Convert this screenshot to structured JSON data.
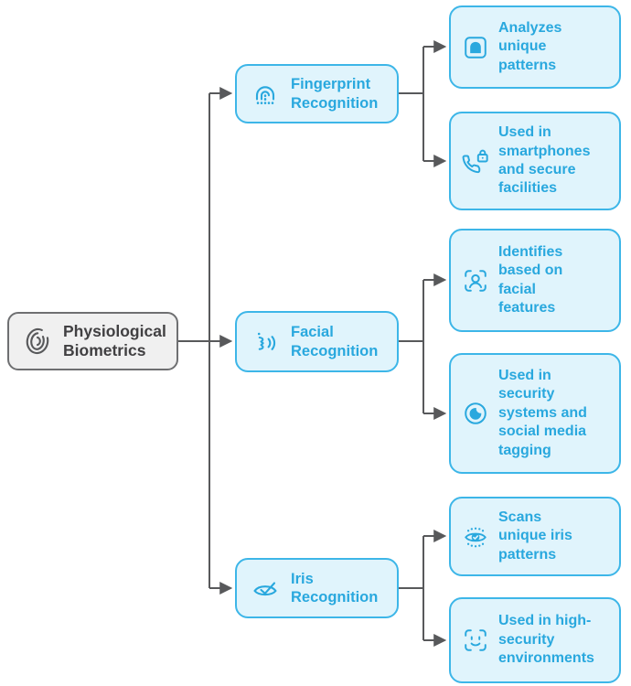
{
  "colors": {
    "accent_blue": "#29A8DE",
    "node_border_blue": "#3DB6E8",
    "node_fill_blue": "#E0F4FC",
    "root_fill": "#F0F0F0",
    "root_border": "#6E6F71",
    "root_text": "#414042",
    "connector_gray": "#58595B"
  },
  "root": {
    "label": "Physiological Biometrics",
    "icon": "fingerprint-icon"
  },
  "branches": [
    {
      "label": "Fingerprint Recognition",
      "icon": "fingerprint-arch-icon",
      "children": [
        {
          "label": "Analyzes unique patterns",
          "icon": "fingerprint-badge-icon"
        },
        {
          "label": "Used in smartphones and secure facilities",
          "icon": "phone-lock-icon"
        }
      ]
    },
    {
      "label": "Facial Recognition",
      "icon": "face-profile-waves-icon",
      "children": [
        {
          "label": "Identifies based on facial features",
          "icon": "face-scan-icon"
        },
        {
          "label": "Used in security systems and social media tagging",
          "icon": "camera-lens-icon"
        }
      ]
    },
    {
      "label": "Iris Recognition",
      "icon": "eye-check-icon",
      "children": [
        {
          "label": "Scans unique iris patterns",
          "icon": "iris-scan-icon"
        },
        {
          "label": "Used in high-security environments",
          "icon": "face-id-icon"
        }
      ]
    }
  ]
}
